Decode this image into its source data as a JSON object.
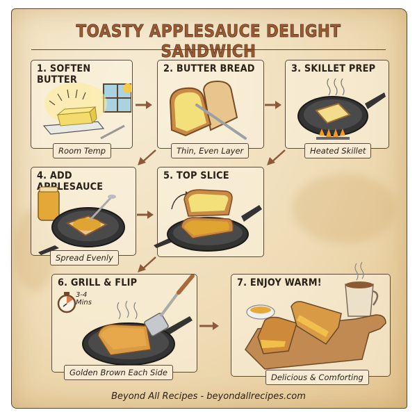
{
  "title": "TOASTY APPLESAUCE DELIGHT SANDWICH",
  "colors": {
    "paper": "#efdcb6",
    "title_fill": "#9a5a32",
    "title_outline": "#5a3520",
    "ink": "#2a2118",
    "arrow": "#8a5a3a",
    "butter": "#f4dc6a",
    "skillet": "#3a3a3a",
    "toast": "#c88a44",
    "applesauce": "#e0a530"
  },
  "steps": [
    {
      "number": "1.",
      "title": "1. SOFTEN BUTTER",
      "caption": "Room Temp",
      "illustration": "butter-on-dish-with-sunny-window-icon"
    },
    {
      "number": "2.",
      "title": "2. BUTTER BREAD",
      "caption": "Thin, Even Layer",
      "illustration": "buttered-bread-with-knife-icon"
    },
    {
      "number": "3.",
      "title": "3. SKILLET PREP",
      "caption": "Heated Skillet",
      "illustration": "bread-in-skillet-on-flame-icon"
    },
    {
      "number": "4.",
      "title": "4. ADD APPLESAUCE",
      "caption": "Spread Evenly",
      "illustration": "applesauce-jar-and-spoon-over-skillet-icon"
    },
    {
      "number": "5.",
      "title": "5. TOP SLICE",
      "caption": "",
      "illustration": "top-slice-on-skillet-icon"
    },
    {
      "number": "6.",
      "title": "6. GRILL & FLIP",
      "caption": "Golden Brown Each Side",
      "illustration": "sandwich-in-skillet-with-spatula-icon",
      "timer": {
        "line1": "3-4",
        "line2": "Mins"
      }
    },
    {
      "number": "7.",
      "title": "7. ENJOY WARM!",
      "caption": "Delicious & Comforting",
      "illustration": "cut-sandwich-on-board-with-coffee-icon"
    }
  ],
  "footer": "Beyond All Recipes - beyondallrecipes.com"
}
